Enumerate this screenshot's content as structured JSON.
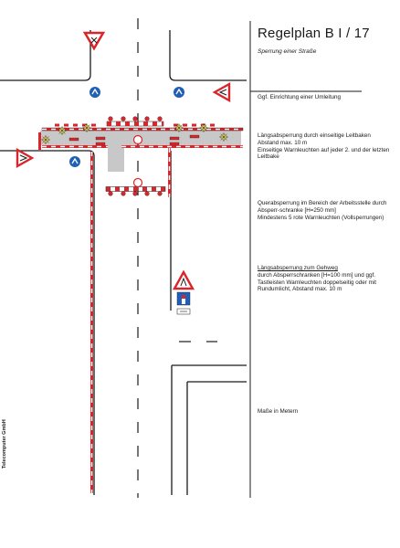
{
  "title": "Regelplan B I / 17",
  "subtitle": "Sperrung einer Straße",
  "notes": {
    "detour": "Ggf. Einrichtung einer Umleitung",
    "lengthwise_title": "Längsabsperrung durch einseitige Leitbaken",
    "lengthwise_body": "Abstand max. 10 m\nEinseitige Warnleuchten auf jeder 2. und der letzten Leitbake",
    "cross": "Querabsperrung im Bereich der Arbeitsstelle durch Absperr-schranke [H=250     mm]\nMindestens 5 rote Warnleuchten (Vollsperrungen)",
    "sidewalk_title": "Längsabsperrung zum Gehweg",
    "sidewalk_body": "durch Absperrschranken [H=100 mm] und ggf. Tastleisten Warnleuchten doppelseitig oder mit Rundumlicht, Abstand max. 10 m",
    "units": "Maße in Metern"
  },
  "credit": "Telecomputer GmbH",
  "colors": {
    "red": "#d9262c",
    "blue": "#1f5fb5",
    "yellow": "#f3e36b",
    "gray": "#c8c8c8",
    "line": "#1a1a1a"
  }
}
